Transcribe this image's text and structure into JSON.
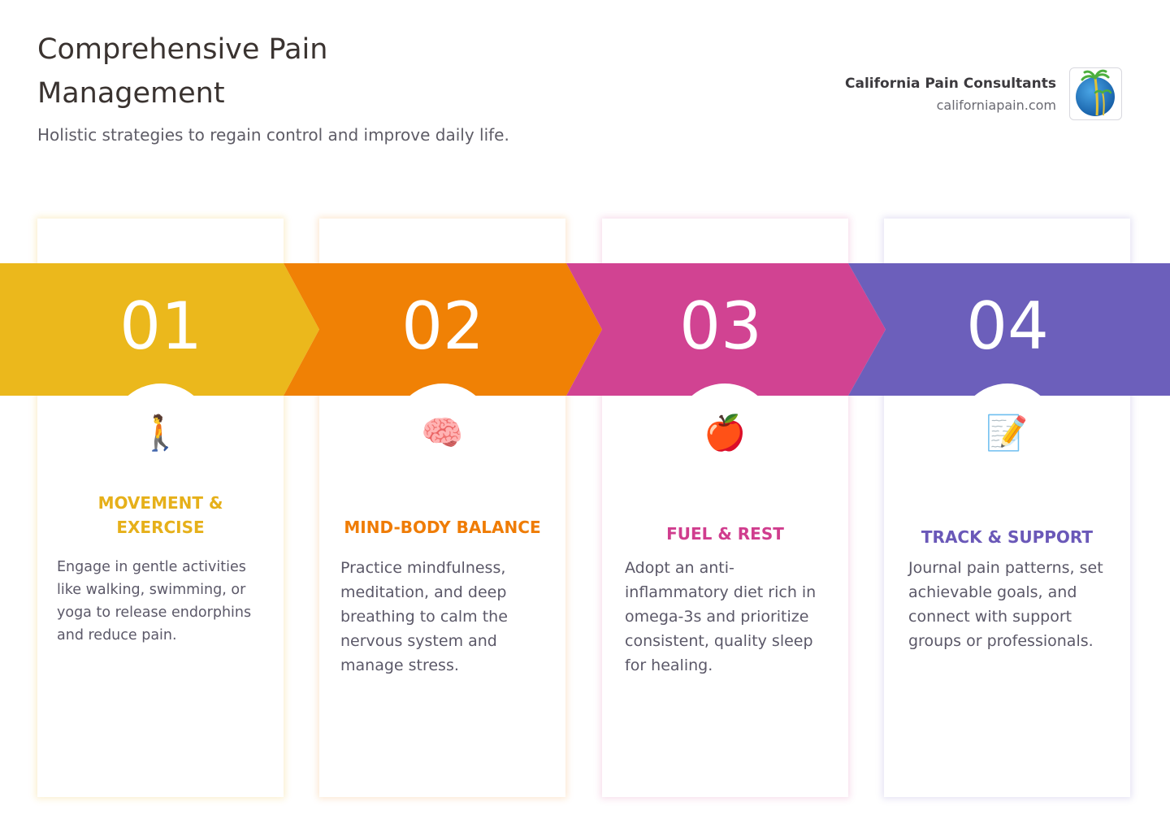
{
  "header": {
    "title": "Comprehensive Pain Management",
    "subtitle": "Holistic strategies to regain control and improve daily life."
  },
  "brand": {
    "name": "California Pain Consultants",
    "url": "californiapain.com",
    "logo_icon": "palm-tree-globe-icon"
  },
  "steps": [
    {
      "number": "01",
      "icon": "🚶",
      "icon_name": "walking-person-icon",
      "title": "MOVEMENT & EXERCISE",
      "description": "Engage in gentle activities like walking, swimming, or yoga to release endorphins and reduce pain.",
      "color": "#ebb81c",
      "title_color": "#e6b01a"
    },
    {
      "number": "02",
      "icon": "🧠",
      "icon_name": "brain-icon",
      "title": "MIND-BODY BALANCE",
      "description": "Practice mindfulness, meditation, and deep breathing to calm the nervous system and manage stress.",
      "color": "#f08105",
      "title_color": "#ef7c05"
    },
    {
      "number": "03",
      "icon": "🍎",
      "icon_name": "apple-icon",
      "title": "FUEL & REST",
      "description": "Adopt an anti-inflammatory diet rich in omega-3s and prioritize consistent, quality sleep for healing.",
      "color": "#d14392",
      "title_color": "#d03d8e"
    },
    {
      "number": "04",
      "icon": "📝",
      "icon_name": "memo-icon",
      "title": "TRACK & SUPPORT",
      "description": "Journal pain patterns, set achievable goals, and connect with support groups or professionals.",
      "color": "#6c5fbb",
      "title_color": "#6a58b8"
    }
  ]
}
